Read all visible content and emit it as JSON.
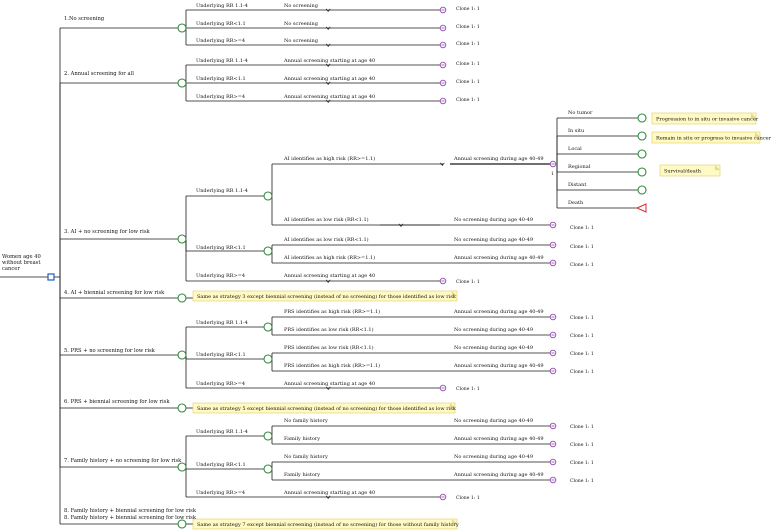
{
  "colors": {
    "line": "#1a1a1a",
    "chance": "#2e8b3a",
    "clone": "#8e44ad",
    "decision": "#1f5fb4",
    "terminal": "#d62828",
    "note_fill": "#fff9c4",
    "note_border": "#e0cf6a"
  },
  "root": {
    "lines": [
      "Women age 40",
      "without breast",
      "cancer"
    ],
    "icon": "decision-node-icon"
  },
  "strategies": [
    {
      "label": "1.No screening"
    },
    {
      "label": "2. Annual screening for all"
    },
    {
      "label": "3. AI + no screening for low risk"
    },
    {
      "label": "4. AI + biennial screening for low risk"
    },
    {
      "label": "5. PRS + no screening for low risk"
    },
    {
      "label": "6. PRS + biennial screening for low risk"
    },
    {
      "label": "7. Family history + no screening for low risk"
    },
    {
      "label": "8. Family history + biennial screening for low risk"
    }
  ],
  "risk_groups": [
    "Underlying RR 1.1-4",
    "Underlying RR<1.1",
    "Underlying RR>=4"
  ],
  "actions": {
    "no_screening": "No screening",
    "annual_40": "Annual screening starting at age 40",
    "annual_40_49": "Annual screening during age 40-49",
    "none_40_49": "No screening during age 40-49"
  },
  "tests": {
    "ai_high": "AI identifies as high risk (RR>=1.1)",
    "ai_low": "AI identifies as low risk (RR<1.1)",
    "prs_high": "PRS identifies as high risk (RR>=1.1)",
    "prs_low": "PRS identifies as low risk (RR<1.1)",
    "fh_no": "No family history",
    "fh_yes": "Family history"
  },
  "clone_label": "Clone 1: 1",
  "stage_marker": "1",
  "stages": [
    "No tumor",
    "In situ",
    "Local",
    "Regional",
    "Distant",
    "Death"
  ],
  "notes": {
    "progression": "Progression to in situ or invasive cancer",
    "remain": "Remain in situ or progress to invasive cancer",
    "survival": "Survival/death",
    "strategy4": "Same as strategy 3 except biennial screening (instead of no screening) for those identified as low risk",
    "strategy6": "Same as strategy 5 except biennial screening (instead of no screening) for those identified as low risk",
    "strategy8": "Same as strategy 7 except biennial screening (instead of no screening) for those without family history"
  }
}
